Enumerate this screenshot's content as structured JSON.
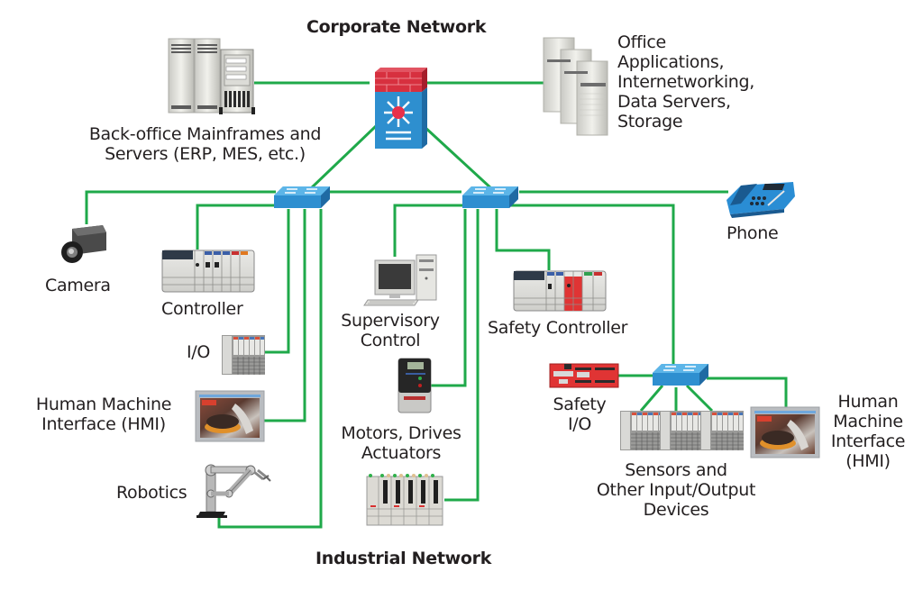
{
  "colors": {
    "link": "#1fa94a",
    "switch": "#2e8fcf",
    "switch_top": "#5fb6e6",
    "firewall_brick": "#d7303f",
    "router_blue": "#2e8fcf",
    "text": "#231f20",
    "safety_red": "#e03434"
  },
  "titles": {
    "corporate": "Corporate Network",
    "industrial": "Industrial Network"
  },
  "nodes": {
    "back_office": {
      "label": "Back-office Mainframes and\nServers (ERP, MES, etc.)",
      "icon": "mainframe-server-icon"
    },
    "office_servers": {
      "label": "Office\nApplications,\nInternetworking,\nData Servers,\nStorage",
      "icon": "server-stack-icon"
    },
    "firewall_router": {
      "icon": "firewall-router-icon"
    },
    "switch_left": {
      "icon": "network-switch-icon"
    },
    "switch_right": {
      "icon": "network-switch-icon"
    },
    "switch_lower": {
      "icon": "network-switch-icon"
    },
    "phone": {
      "label": "Phone",
      "icon": "desk-phone-icon"
    },
    "camera": {
      "label": "Camera",
      "icon": "camera-icon"
    },
    "controller": {
      "label": "Controller",
      "icon": "plc-controller-icon"
    },
    "io": {
      "label": "I/O",
      "icon": "io-module-icon"
    },
    "hmi_left": {
      "label": "Human Machine\nInterface (HMI)",
      "icon": "hmi-panel-icon"
    },
    "robotics": {
      "label": "Robotics",
      "icon": "robot-arm-icon"
    },
    "supervisory": {
      "label": "Supervisory\nControl",
      "icon": "computer-icon"
    },
    "motors": {
      "label": "Motors, Drives\nActuators",
      "icon": "drive-icon"
    },
    "servo_rack": {
      "icon": "servo-drive-rack-icon"
    },
    "safety_controller": {
      "label": "Safety Controller",
      "icon": "safety-plc-icon"
    },
    "safety_io": {
      "label": "Safety\nI/O",
      "icon": "safety-io-icon"
    },
    "sensors": {
      "label": "Sensors and\nOther Input/Output\nDevices",
      "icon": "io-module-icon"
    },
    "hmi_right": {
      "label": "Human\nMachine\nInterface\n(HMI)",
      "icon": "hmi-panel-icon"
    }
  }
}
